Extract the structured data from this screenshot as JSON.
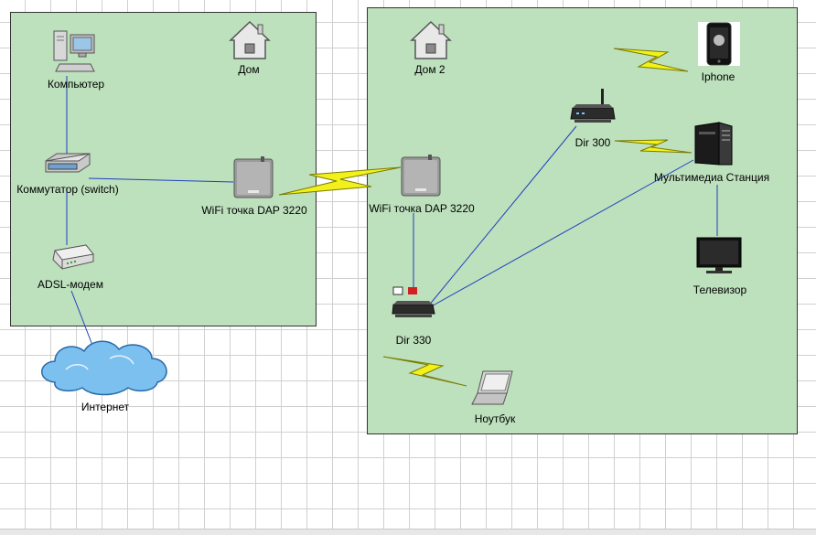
{
  "houses": {
    "home1": {
      "label": "Дом"
    },
    "home2": {
      "label": "Дом 2"
    }
  },
  "nodes": {
    "computer": "Компьютер",
    "switch": "Коммутатор (switch)",
    "wifi_left": "WiFi точка DAP 3220",
    "adsl": "ADSL-модем",
    "internet": "Интернет",
    "wifi_right": "WiFi точка DAP 3220",
    "iphone": "Iphone",
    "dir300": "Dir 300",
    "media": "Мультимедиа Станция",
    "tv": "Телевизор",
    "dir330": "Dir 330",
    "laptop": "Ноутбук"
  },
  "colors": {
    "zone_fill": "#bde0bd",
    "cable": "#1f3fbf",
    "wireless": "#f2f21a"
  }
}
